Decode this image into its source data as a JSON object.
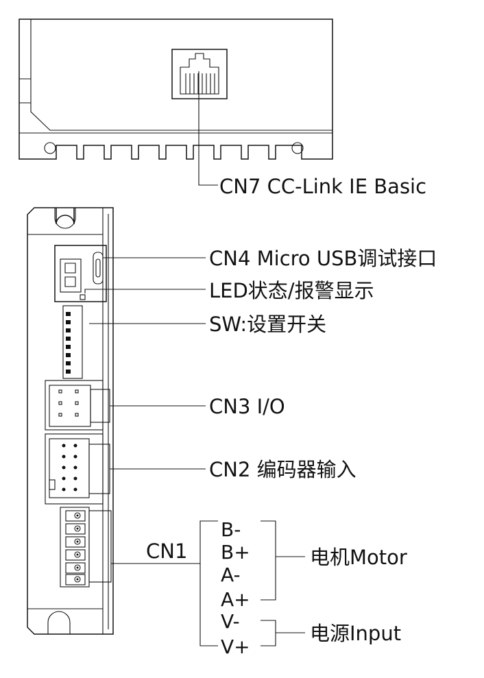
{
  "top_view": {
    "cn7_label": "CN7  CC-Link IE Basic"
  },
  "front_view": {
    "cn4_label": "CN4 Micro USB调试接口",
    "led_label": "LED状态/报警显示",
    "sw_label": "SW:设置开关",
    "cn3_label": "CN3 I/O",
    "cn2_label": "CN2 编码器输入",
    "cn1_label": "CN1",
    "cn1_pins": [
      "B-",
      "B+",
      "A-",
      "A+",
      "V-",
      "V+"
    ],
    "motor_label": "电机Motor",
    "power_label": "电源Input"
  },
  "colors": {
    "line": "#111111",
    "background": "#ffffff"
  }
}
